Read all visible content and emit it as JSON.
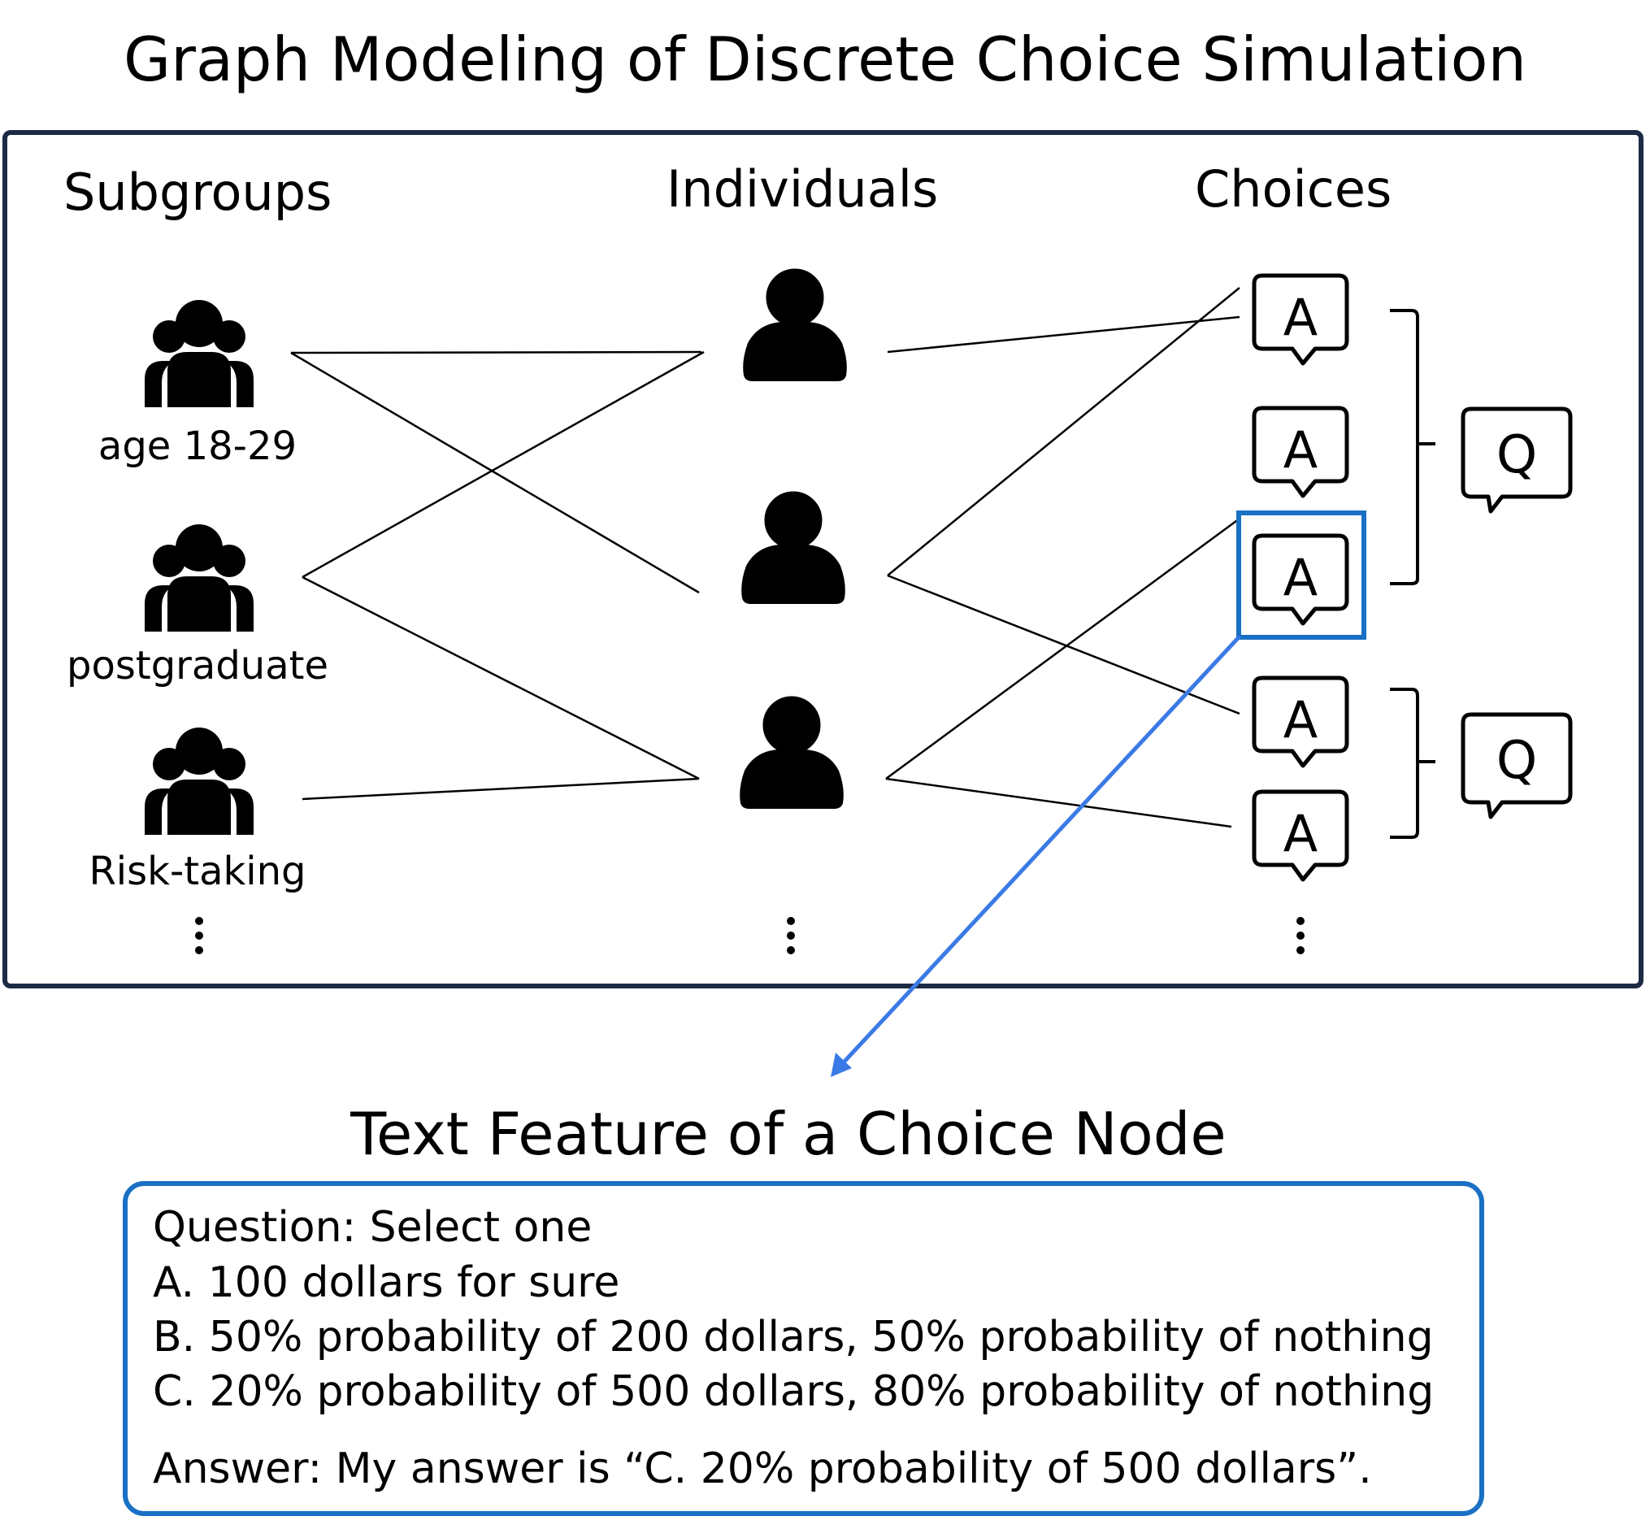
{
  "title": "Graph Modeling of Discrete Choice Simulation",
  "columns": {
    "subgroups": "Subgroups",
    "individuals": "Individuals",
    "choices": "Choices"
  },
  "subgroups": [
    {
      "label": "age 18-29",
      "icon": "group-icon"
    },
    {
      "label": "postgraduate",
      "icon": "group-icon"
    },
    {
      "label": "Risk-taking",
      "icon": "group-icon"
    }
  ],
  "individuals": [
    {
      "icon": "person-icon"
    },
    {
      "icon": "person-icon"
    },
    {
      "icon": "person-icon"
    }
  ],
  "choices": {
    "answer_nodes": [
      "A",
      "A",
      "A",
      "A",
      "A"
    ],
    "question_nodes": [
      "Q",
      "Q"
    ],
    "highlighted_answer_index": 2
  },
  "colors": {
    "panel_border": "#1c2a46",
    "highlight": "#1a70c4",
    "arrow": "#3b7ae6"
  },
  "text_feature": {
    "heading": "Text Feature of a Choice Node",
    "question": "Question: Select one",
    "option_a": "A. 100 dollars for sure",
    "option_b": "B. 50% probability of 200 dollars, 50% probability of nothing",
    "option_c": "C. 20% probability of 500 dollars, 80% probability of nothing",
    "answer": "Answer: My answer is “C. 20% probability of 500 dollars”."
  }
}
